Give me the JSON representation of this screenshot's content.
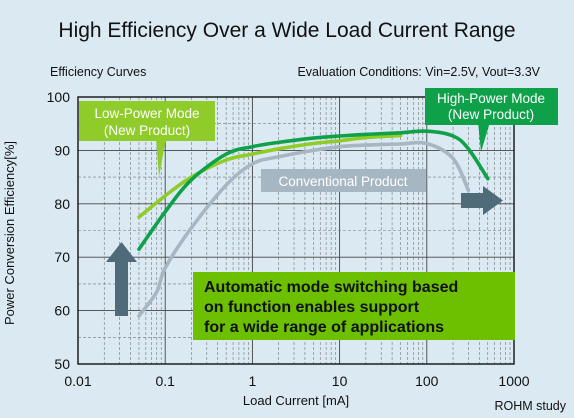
{
  "header": {
    "title": "High Efficiency Over a Wide Load Current Range",
    "subtitle": "Efficiency Curves",
    "conditions": "Evaluation Conditions: Vin=2.5V, Vout=3.3V"
  },
  "footer": {
    "source": "ROHM study"
  },
  "callouts": {
    "low_power": [
      "Low-Power Mode",
      "(New Product)"
    ],
    "high_power": [
      "High-Power Mode",
      "(New Product)"
    ],
    "conventional": "Conventional Product",
    "message": [
      "Automatic mode switching based",
      "on function enables support",
      "for a wide range of applications"
    ]
  },
  "colors": {
    "low_power": "#8fcc2a",
    "high_power": "#0ea149",
    "conventional": "#a6b7c3",
    "message_box": "#6cc000",
    "arrow": "#4f6b7a",
    "background": "#dbe9f3"
  },
  "chart_data": {
    "type": "line",
    "title": "High Efficiency Over a Wide Load Current Range",
    "xlabel": "Load Current [mA]",
    "ylabel": "Power Conversion Efficiency[%]",
    "xscale": "log",
    "xlim": [
      0.01,
      1000
    ],
    "ylim": [
      50,
      100
    ],
    "xticks": [
      0.01,
      0.1,
      1,
      10,
      100,
      1000
    ],
    "xtick_labels": [
      "0.01",
      "0.1",
      "1",
      "10",
      "100",
      "1000"
    ],
    "yticks": [
      50,
      60,
      70,
      80,
      90,
      100
    ],
    "ytick_labels": [
      "50",
      "60",
      "70",
      "80",
      "90",
      "100"
    ],
    "grid": true,
    "series": [
      {
        "name": "Low-Power Mode (New Product)",
        "color": "#8fcc2a",
        "points": [
          [
            0.05,
            77.5
          ],
          [
            0.1,
            81.5
          ],
          [
            0.2,
            85.0
          ],
          [
            0.5,
            88.2
          ],
          [
            1,
            89.3
          ],
          [
            2,
            90.3
          ],
          [
            5,
            91.3
          ],
          [
            10,
            91.8
          ],
          [
            20,
            92.4
          ],
          [
            50,
            92.8
          ]
        ]
      },
      {
        "name": "High-Power Mode (New Product)",
        "color": "#0ea149",
        "points": [
          [
            0.05,
            71.5
          ],
          [
            0.1,
            78.5
          ],
          [
            0.2,
            84.5
          ],
          [
            0.5,
            89.3
          ],
          [
            1,
            90.7
          ],
          [
            2,
            91.5
          ],
          [
            5,
            92.3
          ],
          [
            10,
            92.7
          ],
          [
            20,
            93.0
          ],
          [
            50,
            93.3
          ],
          [
            100,
            93.6
          ],
          [
            200,
            92.7
          ],
          [
            300,
            90.3
          ],
          [
            500,
            84.7
          ]
        ]
      },
      {
        "name": "Conventional Product",
        "color": "#a6b7c3",
        "points": [
          [
            0.05,
            59.0
          ],
          [
            0.08,
            63.5
          ],
          [
            0.1,
            68.0
          ],
          [
            0.2,
            75.5
          ],
          [
            0.5,
            83.5
          ],
          [
            1,
            87.5
          ],
          [
            2,
            88.8
          ],
          [
            5,
            90.0
          ],
          [
            10,
            90.7
          ],
          [
            20,
            91.0
          ],
          [
            50,
            91.2
          ],
          [
            100,
            91.3
          ],
          [
            200,
            88.5
          ],
          [
            300,
            82.5
          ]
        ]
      }
    ]
  }
}
